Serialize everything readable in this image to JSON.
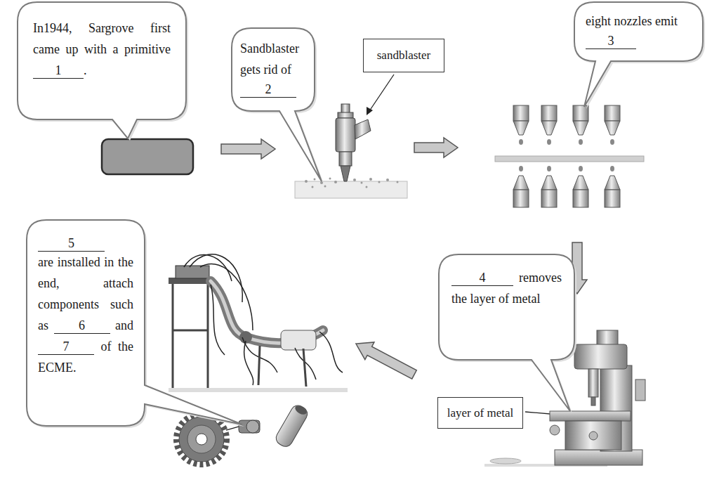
{
  "diagram": {
    "nodes": [
      {
        "text": [
          "In1944, Sargrove first came up with a primitive",
          "1",
          "."
        ]
      },
      {
        "text": [
          "Sandblaster gets rid of",
          "2"
        ]
      },
      {
        "text": [
          "sandblaster"
        ]
      },
      {
        "text": [
          "eight nozzles emit",
          "3"
        ]
      },
      {
        "text": [
          "4",
          "removes the layer of metal"
        ]
      },
      {
        "text": [
          "layer of metal"
        ]
      },
      {
        "text": [
          "5",
          "are installed in the end, attach components such as",
          "6",
          "and",
          "7",
          "of the ECME."
        ]
      }
    ]
  }
}
